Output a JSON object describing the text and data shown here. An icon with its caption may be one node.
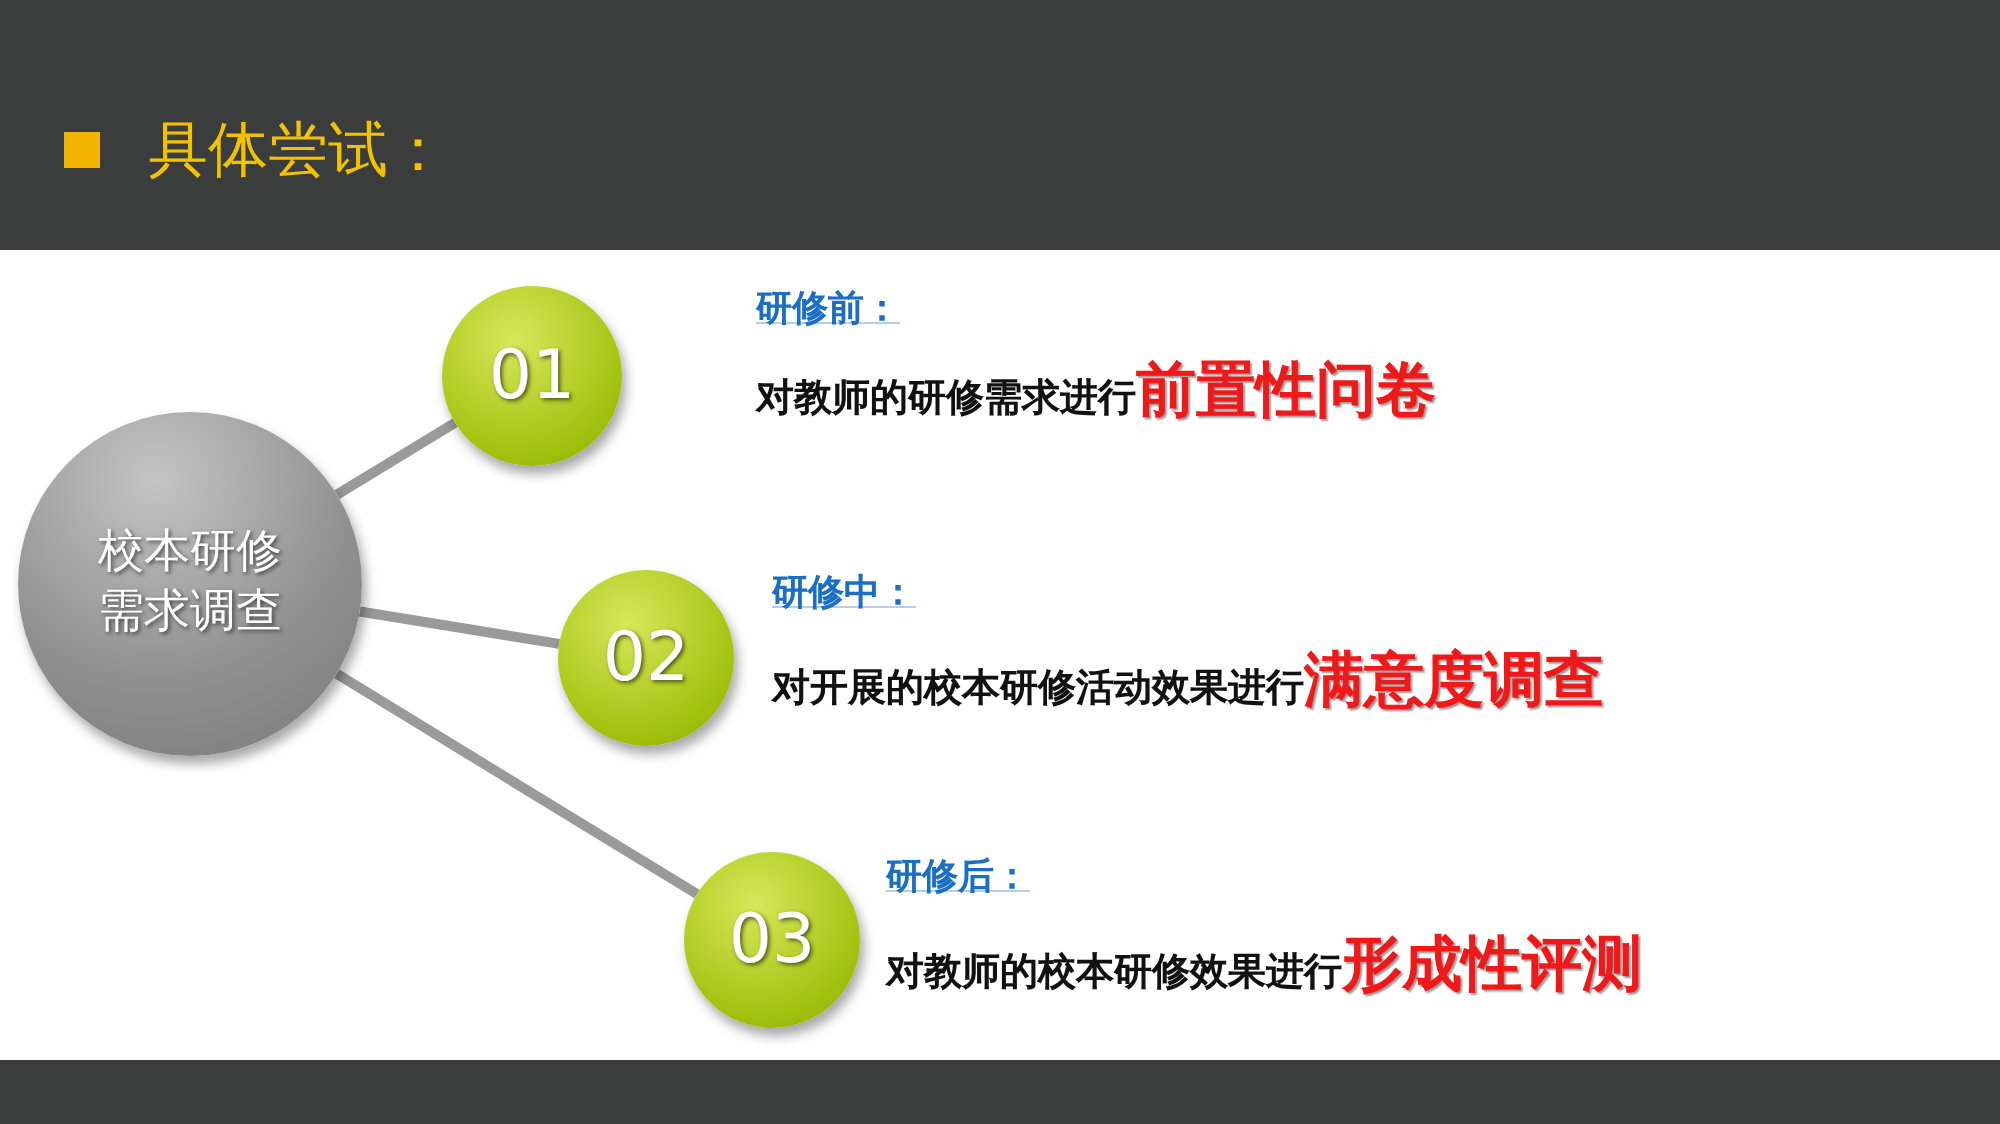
{
  "diagram": {
    "title": "具体尝试：",
    "nodes": [
      {
        "text": [
          "校本研修需求调查"
        ]
      },
      {
        "text": [
          "01"
        ],
        "beside": [
          "研修前：",
          "对教师的研修需求进行",
          "前置性问卷"
        ]
      },
      {
        "text": [
          "02"
        ],
        "beside": [
          "研修中：",
          "对开展的校本研修活动效果进行",
          "满意度调查"
        ]
      },
      {
        "text": [
          "03"
        ],
        "beside": [
          "研修后：",
          "对教师的校本研修效果进行",
          "形成性评测"
        ]
      }
    ],
    "edges": [
      {
        "from": 0,
        "to": 1,
        "arrow": "none"
      },
      {
        "from": 0,
        "to": 2,
        "arrow": "none"
      },
      {
        "from": 0,
        "to": 3,
        "arrow": "none"
      }
    ]
  }
}
